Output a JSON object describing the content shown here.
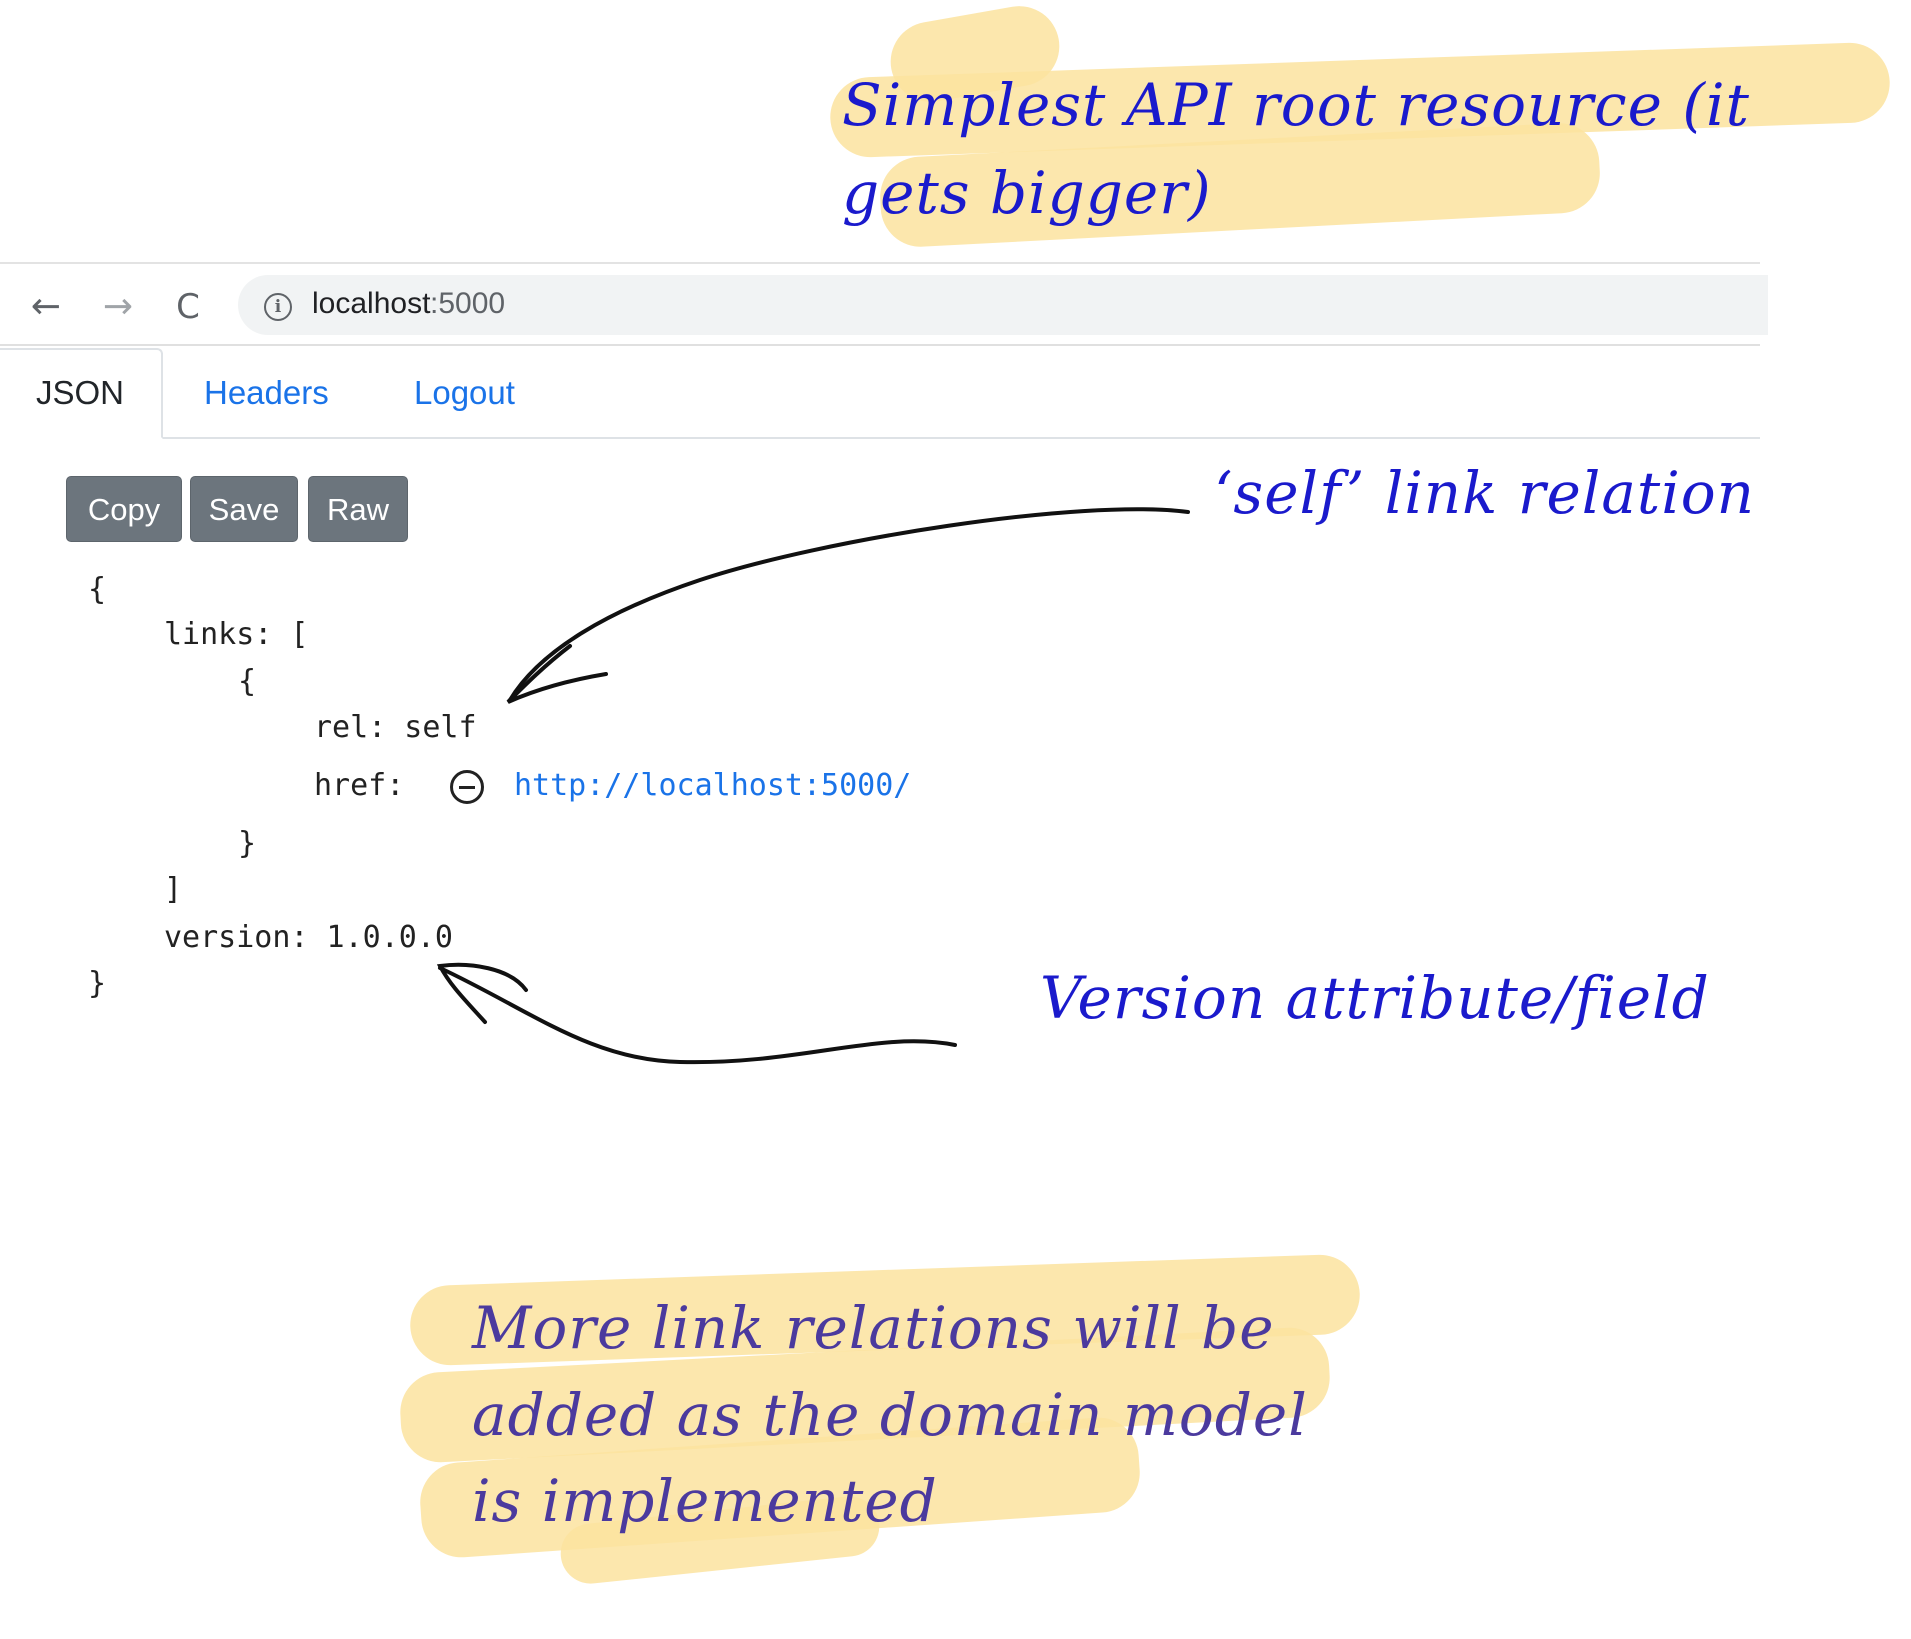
{
  "annotations": {
    "top_line1": "Simplest API root resource (it",
    "top_line2": "gets bigger)",
    "self_note": "‘self’ link relation",
    "version_note": "Version attribute/field",
    "bottom_line1": "More link relations will be",
    "bottom_line2": "added as the domain model",
    "bottom_line3": "is implemented"
  },
  "browser": {
    "back_icon": "←",
    "forward_icon": "→",
    "reload_icon": "C",
    "info_icon": "i",
    "url_host": "localhost",
    "url_port": ":5000"
  },
  "tabs": [
    {
      "label": "JSON",
      "active": true
    },
    {
      "label": "Headers",
      "active": false
    },
    {
      "label": "Logout",
      "active": false
    }
  ],
  "toolbar": {
    "copy_label": "Copy",
    "save_label": "Save",
    "raw_label": "Raw"
  },
  "json": {
    "open_brace": "{",
    "links_key": "links: [",
    "item_open": "{",
    "rel_line": "rel: self",
    "href_key": "href:",
    "href_value": "http://localhost:5000/",
    "item_close": "}",
    "links_close": "]",
    "version_line": "version: 1.0.0.0",
    "close_brace": "}"
  },
  "colors": {
    "annotation_blue": "#1a1acc",
    "annotation_purple": "#4b3a9e",
    "highlighter": "#fbe39f",
    "button_gray": "#6c757d",
    "link_blue": "#1a73e8"
  }
}
